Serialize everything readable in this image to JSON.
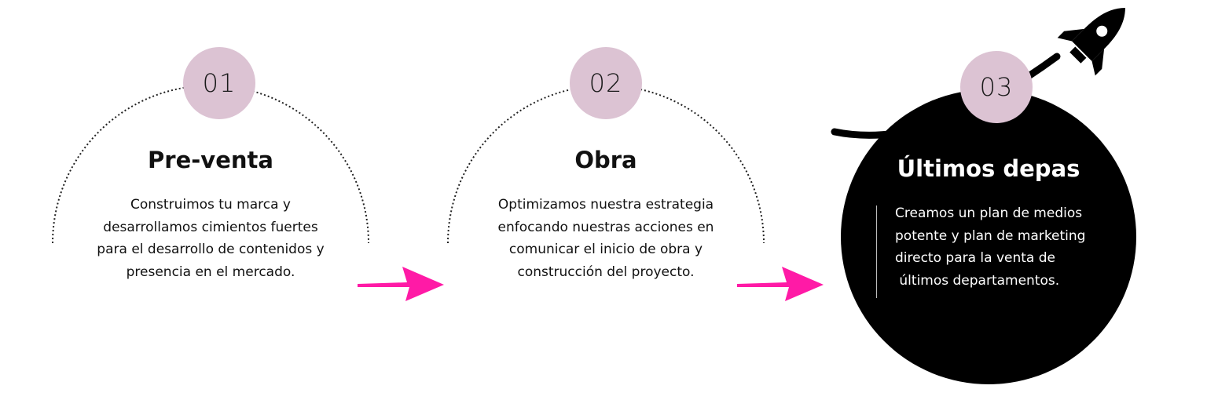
{
  "colors": {
    "badge": "#dcc3d3",
    "arrow": "#ff1aa6",
    "dark_circle": "#000000",
    "text": "#111111",
    "dashed_arc": "#222222"
  },
  "steps": [
    {
      "number": "01",
      "title": "Pre-venta",
      "description_lines": [
        "Construimos tu marca y",
        "desarrollamos cimientos fuertes",
        "para el desarrollo de contenidos y",
        "presencia en el mercado."
      ]
    },
    {
      "number": "02",
      "title": "Obra",
      "description_lines": [
        "Optimizamos nuestra estrategia",
        "enfocando nuestras acciones en",
        "comunicar el inicio de obra y",
        "construcción del proyecto."
      ]
    },
    {
      "number": "03",
      "title": "Últimos depas",
      "description_lines": [
        "Creamos un plan de medios",
        "potente y plan de marketing",
        "directo para la venta de",
        " últimos departamentos."
      ]
    }
  ],
  "icons": {
    "rocket": "rocket-icon",
    "arrow": "arrow-right-icon"
  }
}
